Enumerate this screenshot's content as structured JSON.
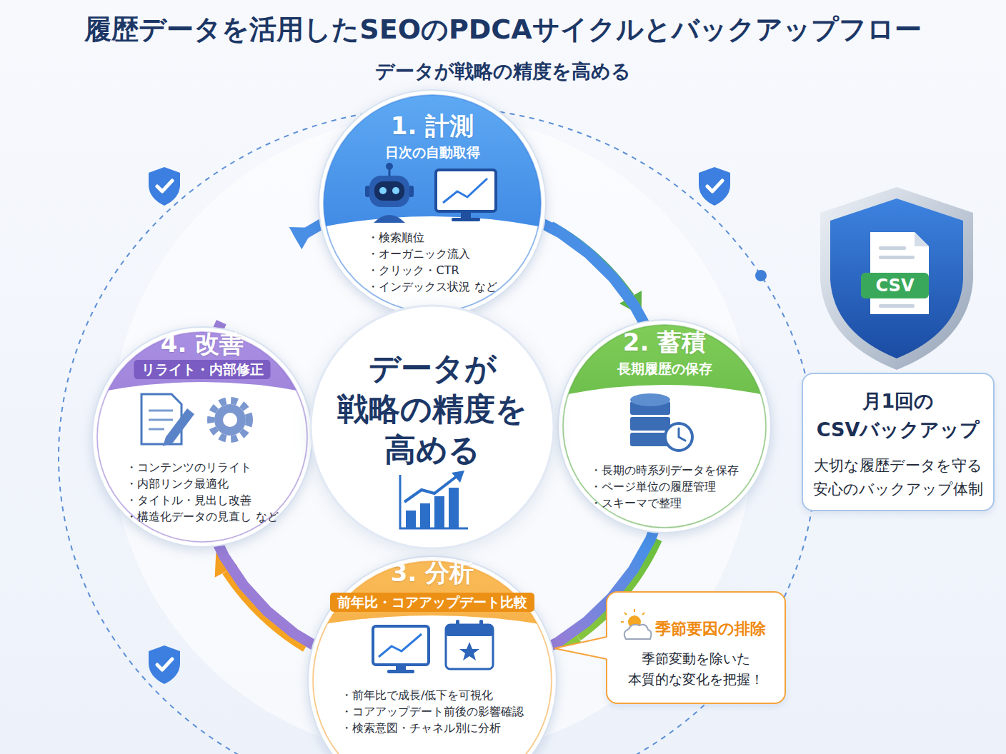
{
  "diagram": {
    "title": "履歴データを活用したSEOのPDCAサイクルとバックアップフロー",
    "nodes": [
      {
        "text": [
          "1. 計測",
          "日次の自動取得",
          "・検索順位",
          "・オーガニック流入",
          "・クリック・CTR",
          "・インデックス状況 など"
        ]
      },
      {
        "text": [
          "2. 蓄積",
          "長期履歴の保存",
          "・長期の時系列データを保存",
          "・ページ単位の履歴管理",
          "・スキーマで整理"
        ]
      },
      {
        "text": [
          "3. 分析",
          "前年比・コアアップデート比較",
          "・前年比で成長/低下を可視化",
          "・コアアップデート前後の影響確認",
          "・検索意図・チャネル別に分析"
        ]
      },
      {
        "text": [
          "4. 改善",
          "リライト・内部修正",
          "・コンテンツのリライト",
          "・内部リンク最適化",
          "・タイトル・見出し改善",
          "・構造化データの見直し など"
        ]
      },
      {
        "text": [
          "データが 戦略の精度を 高める"
        ]
      },
      {
        "text": [
          "季節要因の排除",
          "季節変動を除いた 本質的な変化を把握！"
        ]
      },
      {
        "text": [
          "月1回の CSVバックアップ",
          "大切な履歴データを守る 安心のバックアップ体制"
        ]
      }
    ],
    "edges": [
      {
        "from": 0,
        "to": 1,
        "arrow": "to"
      },
      {
        "from": 1,
        "to": 2,
        "arrow": "to"
      },
      {
        "from": 2,
        "to": 3,
        "arrow": "to"
      },
      {
        "from": 3,
        "to": 0,
        "arrow": "to"
      }
    ],
    "labels": [
      "データが戦略の精度を高める",
      "CSV"
    ]
  }
}
